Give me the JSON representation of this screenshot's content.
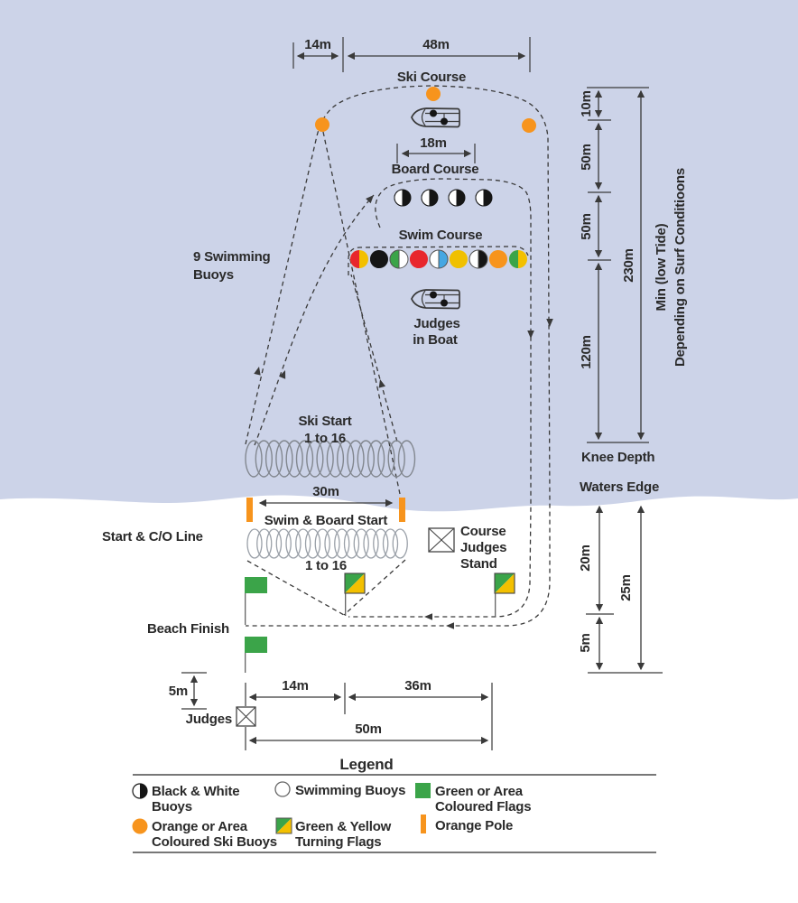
{
  "colors": {
    "water": "#ccd3e8",
    "sand": "#ffffff",
    "orange": "#f7941d",
    "green": "#3ba449",
    "yellow": "#f3c000",
    "red": "#e8262d",
    "blue": "#45a7e2",
    "black": "#151515",
    "white": "#ffffff",
    "line": "#3a3a3a",
    "text": "#2a2a2a"
  },
  "dims": {
    "w14": "14m",
    "w48": "48m",
    "w18": "18m",
    "w30": "30m",
    "h10": "10m",
    "h50a": "50m",
    "h50b": "50m",
    "h120": "120m",
    "h230": "230m",
    "h20": "20m",
    "h5r": "5m",
    "h25": "25m",
    "b5": "5m",
    "b14": "14m",
    "b36": "36m",
    "b50": "50m"
  },
  "labels": {
    "ski_course": "Ski Course",
    "board_course": "Board Course",
    "swim_course": "Swim Course",
    "judges_in_boat_1": "Judges",
    "judges_in_boat_2": "in Boat",
    "nine_buoys_1": "9 Swimming",
    "nine_buoys_2": "Buoys",
    "ski_start_1": "Ski Start",
    "ski_start_2": "1 to 16",
    "swim_board_start": "Swim & Board Start",
    "one_to_16": "1 to 16",
    "start_co_line": "Start & C/O Line",
    "course_judges_1": "Course",
    "course_judges_2": "Judges",
    "course_judges_3": "Stand",
    "beach_finish": "Beach Finish",
    "judges_beach": "Judges",
    "knee_depth": "Knee Depth",
    "waters_edge": "Waters Edge",
    "min_tide_1": "Min (low Tide)",
    "min_tide_2": "Depending on Surf Conditioons"
  },
  "legend": {
    "title": "Legend",
    "items": [
      {
        "icon": "black-white-buoy",
        "line1": "Black & White",
        "line2": "Buoys"
      },
      {
        "icon": "orange-ski-buoy",
        "line1": "Orange or Area",
        "line2": "Coloured Ski Buoys"
      },
      {
        "icon": "swimming-buoy",
        "line1": "Swimming Buoys",
        "line2": ""
      },
      {
        "icon": "green-yellow-flag",
        "line1": "Green & Yellow",
        "line2": "Turning Flags"
      },
      {
        "icon": "green-flag",
        "line1": "Green or Area",
        "line2": "Coloured Flags"
      },
      {
        "icon": "orange-pole",
        "line1": "Orange Pole",
        "line2": ""
      }
    ]
  },
  "swim_buoys": [
    {
      "left": "#e8262d",
      "right": "#f3c000",
      "outline": ""
    },
    {
      "left": "#151515",
      "right": "#151515",
      "outline": ""
    },
    {
      "left": "#3ba449",
      "right": "#ffffff",
      "outline": "#555555"
    },
    {
      "left": "#e8262d",
      "right": "#e8262d",
      "outline": ""
    },
    {
      "left": "#ffffff",
      "right": "#45a7e2",
      "outline": "#555555"
    },
    {
      "left": "#f0c000",
      "right": "#f0c000",
      "outline": ""
    },
    {
      "left": "#ffffff",
      "right": "#151515",
      "outline": "#555555"
    },
    {
      "left": "#f7941d",
      "right": "#f7941d",
      "outline": ""
    },
    {
      "left": "#3ba449",
      "right": "#f3c000",
      "outline": ""
    }
  ],
  "board_buoys": {
    "count": 4,
    "left": "#ffffff",
    "right": "#151515",
    "outline": "#151515"
  },
  "ski_buoys": {
    "count": 3,
    "color": "#f7941d"
  },
  "start_rows": {
    "ski_start_count": 16,
    "beach_start_count": 16
  }
}
